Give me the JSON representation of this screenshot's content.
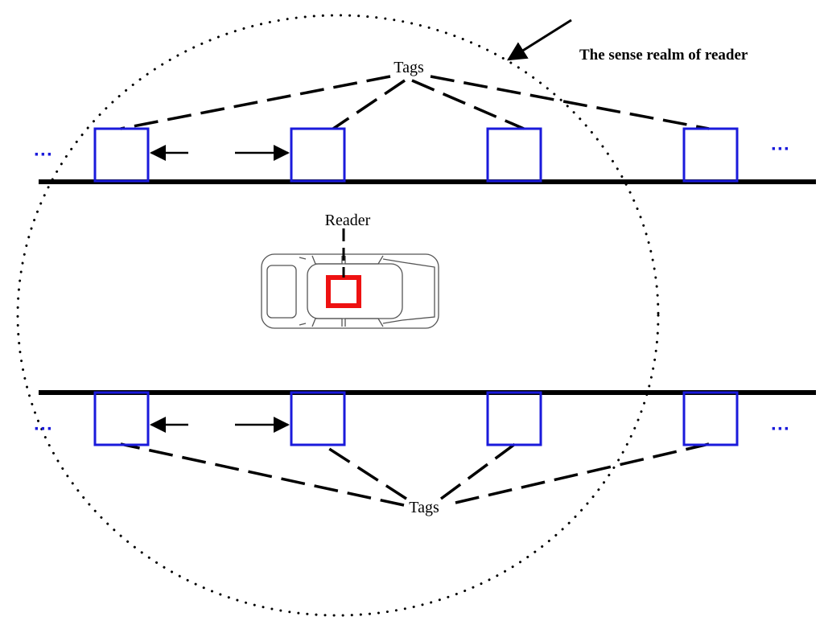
{
  "labels": {
    "tags_top": "Tags",
    "tags_bottom": "Tags",
    "reader": "Reader",
    "sense_realm": "The sense realm of reader",
    "ellipsis_left_top": "···",
    "ellipsis_right_top": "···",
    "ellipsis_left_bottom": "···",
    "ellipsis_right_bottom": "···"
  },
  "colors": {
    "tag_stroke": "#1a1adb",
    "reader_stroke": "#ee1111",
    "road": "#000000",
    "ellipsis": "#1a1adb",
    "car_outline": "#555555"
  }
}
